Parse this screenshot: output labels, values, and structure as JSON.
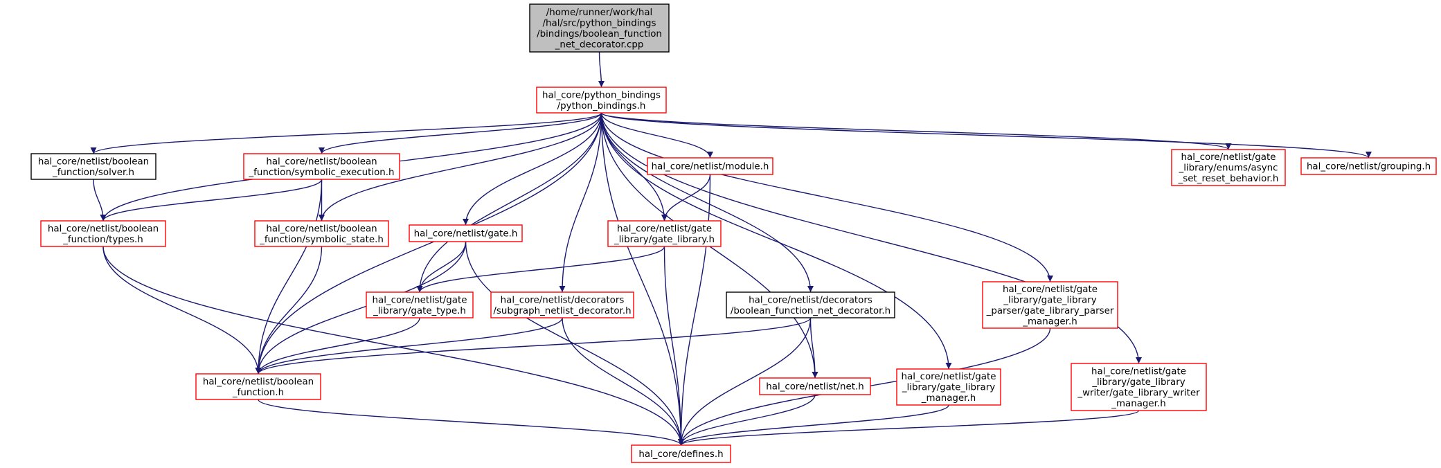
{
  "colors": {
    "edge": "#191970",
    "border_normal": "#ff0000",
    "border_highlight": "#000000",
    "fill_root": "#bfbfbf",
    "fill": "#ffffff"
  },
  "nodes": [
    {
      "id": "root",
      "style": "root",
      "lines": [
        "/home/runner/work/hal",
        "/hal/src/python_bindings",
        "/bindings/boolean_function",
        "_net_decorator.cpp"
      ]
    },
    {
      "id": "python_bindings",
      "style": "red",
      "lines": [
        "hal_core/python_bindings",
        "/python_bindings.h"
      ]
    },
    {
      "id": "solver",
      "style": "black",
      "lines": [
        "hal_core/netlist/boolean",
        "_function/solver.h"
      ]
    },
    {
      "id": "symbolic_execution",
      "style": "red",
      "lines": [
        "hal_core/netlist/boolean",
        "_function/symbolic_execution.h"
      ]
    },
    {
      "id": "module",
      "style": "red",
      "lines": [
        "hal_core/netlist/module.h"
      ]
    },
    {
      "id": "async_reset",
      "style": "red",
      "lines": [
        "hal_core/netlist/gate",
        "_library/enums/async",
        "_set_reset_behavior.h"
      ]
    },
    {
      "id": "grouping",
      "style": "red",
      "lines": [
        "hal_core/netlist/grouping.h"
      ]
    },
    {
      "id": "types",
      "style": "red",
      "lines": [
        "hal_core/netlist/boolean",
        "_function/types.h"
      ]
    },
    {
      "id": "symbolic_state",
      "style": "red",
      "lines": [
        "hal_core/netlist/boolean",
        "_function/symbolic_state.h"
      ]
    },
    {
      "id": "gate",
      "style": "red",
      "lines": [
        "hal_core/netlist/gate.h"
      ]
    },
    {
      "id": "gate_library",
      "style": "red",
      "lines": [
        "hal_core/netlist/gate",
        "_library/gate_library.h"
      ]
    },
    {
      "id": "gate_type",
      "style": "red",
      "lines": [
        "hal_core/netlist/gate",
        "_library/gate_type.h"
      ]
    },
    {
      "id": "subgraph_decorator",
      "style": "red",
      "lines": [
        "hal_core/netlist/decorators",
        "/subgraph_netlist_decorator.h"
      ]
    },
    {
      "id": "bf_net_decorator",
      "style": "black",
      "lines": [
        "hal_core/netlist/decorators",
        "/boolean_function_net_decorator.h"
      ]
    },
    {
      "id": "parser_manager",
      "style": "red",
      "lines": [
        "hal_core/netlist/gate",
        "_library/gate_library",
        "_parser/gate_library_parser",
        "_manager.h"
      ]
    },
    {
      "id": "boolean_function",
      "style": "red",
      "lines": [
        "hal_core/netlist/boolean",
        "_function.h"
      ]
    },
    {
      "id": "net",
      "style": "red",
      "lines": [
        "hal_core/netlist/net.h"
      ]
    },
    {
      "id": "library_manager",
      "style": "red",
      "lines": [
        "hal_core/netlist/gate",
        "_library/gate_library",
        "_manager.h"
      ]
    },
    {
      "id": "writer_manager",
      "style": "red",
      "lines": [
        "hal_core/netlist/gate",
        "_library/gate_library",
        "_writer/gate_library_writer",
        "_manager.h"
      ]
    },
    {
      "id": "defines",
      "style": "red",
      "lines": [
        "hal_core/defines.h"
      ]
    }
  ],
  "edges": [
    [
      "root",
      "python_bindings"
    ],
    [
      "python_bindings",
      "solver"
    ],
    [
      "python_bindings",
      "symbolic_execution"
    ],
    [
      "python_bindings",
      "module"
    ],
    [
      "python_bindings",
      "async_reset"
    ],
    [
      "python_bindings",
      "grouping"
    ],
    [
      "python_bindings",
      "types"
    ],
    [
      "python_bindings",
      "symbolic_state"
    ],
    [
      "python_bindings",
      "gate"
    ],
    [
      "python_bindings",
      "gate_library"
    ],
    [
      "python_bindings",
      "gate_type"
    ],
    [
      "python_bindings",
      "subgraph_decorator"
    ],
    [
      "python_bindings",
      "bf_net_decorator"
    ],
    [
      "python_bindings",
      "parser_manager"
    ],
    [
      "python_bindings",
      "boolean_function"
    ],
    [
      "python_bindings",
      "net"
    ],
    [
      "python_bindings",
      "library_manager"
    ],
    [
      "python_bindings",
      "writer_manager"
    ],
    [
      "python_bindings",
      "defines"
    ],
    [
      "solver",
      "types"
    ],
    [
      "symbolic_execution",
      "types"
    ],
    [
      "symbolic_execution",
      "symbolic_state"
    ],
    [
      "symbolic_execution",
      "boolean_function"
    ],
    [
      "module",
      "gate_library"
    ],
    [
      "module",
      "defines"
    ],
    [
      "types",
      "boolean_function"
    ],
    [
      "types",
      "defines"
    ],
    [
      "symbolic_state",
      "boolean_function"
    ],
    [
      "gate",
      "gate_type"
    ],
    [
      "gate",
      "boolean_function"
    ],
    [
      "gate",
      "defines"
    ],
    [
      "gate_library",
      "gate_type"
    ],
    [
      "gate_library",
      "defines"
    ],
    [
      "gate_type",
      "boolean_function"
    ],
    [
      "subgraph_decorator",
      "boolean_function"
    ],
    [
      "subgraph_decorator",
      "defines"
    ],
    [
      "bf_net_decorator",
      "boolean_function"
    ],
    [
      "bf_net_decorator",
      "net"
    ],
    [
      "bf_net_decorator",
      "defines"
    ],
    [
      "parser_manager",
      "defines"
    ],
    [
      "boolean_function",
      "defines"
    ],
    [
      "net",
      "defines"
    ],
    [
      "library_manager",
      "defines"
    ],
    [
      "writer_manager",
      "defines"
    ]
  ]
}
